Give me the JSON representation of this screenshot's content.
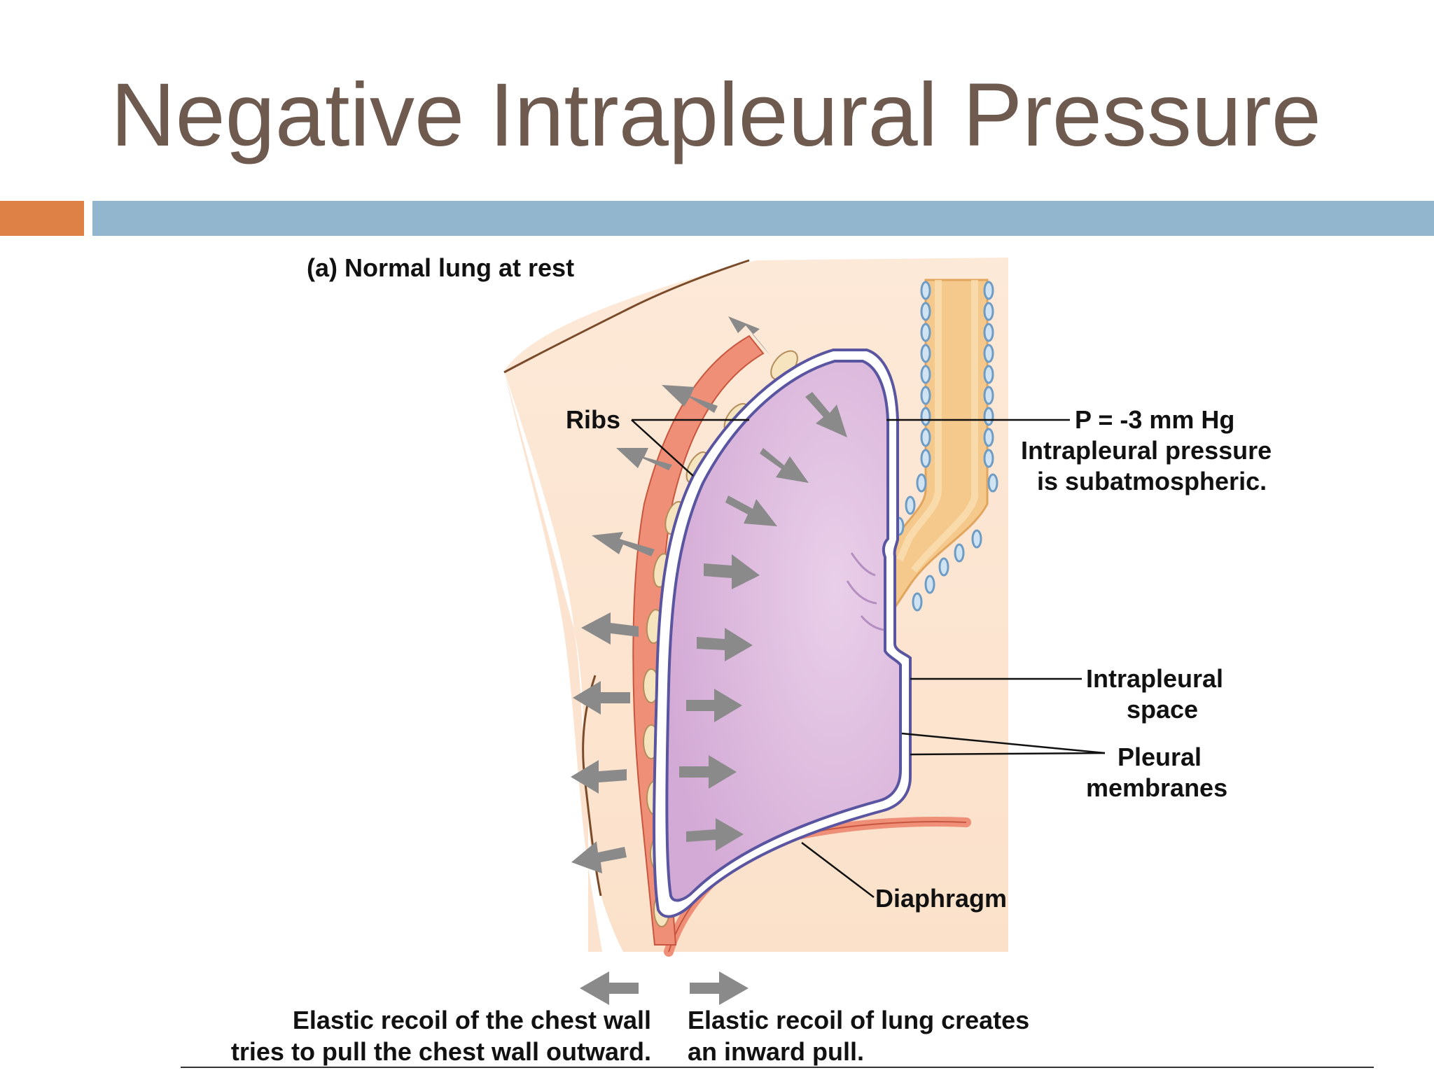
{
  "slide": {
    "title": "Negative Intrapleural Pressure",
    "accent_colors": {
      "title": "#6e5a4f",
      "bar_left": "#dd8146",
      "bar_main": "#93b6cf"
    }
  },
  "diagram": {
    "panel_label": "(a) Normal lung at rest",
    "labels": {
      "ribs": "Ribs",
      "pressure_value": "P = -3 mm Hg",
      "pressure_line1": "Intrapleural pressure",
      "pressure_line2": "is subatmospheric.",
      "space_line1": "Intrapleural",
      "space_line2": "space",
      "membranes_line1": "Pleural",
      "membranes_line2": "membranes",
      "diaphragm": "Diaphragm"
    },
    "captions": {
      "left_line1": "Elastic recoil of the chest wall",
      "left_line2": "tries to pull the chest wall outward.",
      "right_line1": "Elastic recoil of lung creates",
      "right_line2": "an inward pull."
    },
    "colors": {
      "body": "#fbe3cf",
      "lung": "#dcb8dc",
      "lung_outline": "#5a55a0",
      "muscle": "#ef8f78",
      "bone": "#f6e4bf",
      "trachea": "#f6cf96",
      "arrow": "#8a8a8a"
    }
  }
}
